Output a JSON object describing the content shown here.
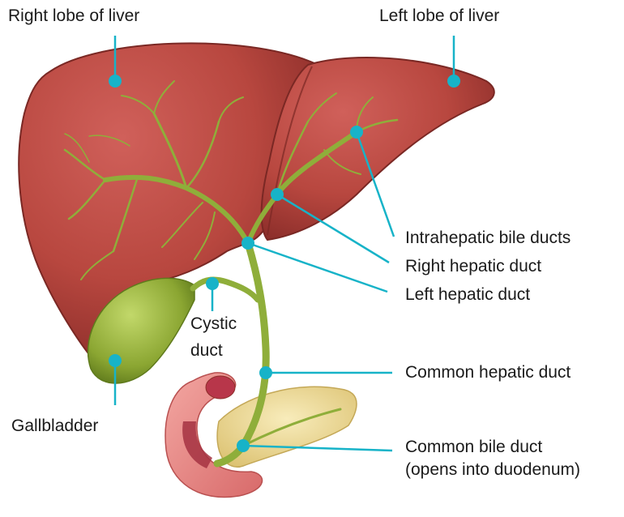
{
  "labels": {
    "right_lobe": "Right lobe of liver",
    "left_lobe": "Left lobe of liver",
    "intrahepatic": "Intrahepatic bile ducts",
    "right_hepatic": "Right hepatic duct",
    "left_hepatic": "Left hepatic duct",
    "cystic_line1": "Cystic",
    "cystic_line2": "duct",
    "common_hepatic": "Common hepatic duct",
    "gallbladder": "Gallbladder",
    "common_bile_line1": "Common bile duct",
    "common_bile_line2": "(opens into duodenum)"
  },
  "colors": {
    "liver": "#b8473f",
    "liver_dark": "#8e2f2b",
    "duct": "#8fae3a",
    "gallbladder": "#8ba632",
    "duodenum": "#e98a8a",
    "pancreas": "#f0dc98",
    "pointer": "#17b3c8"
  }
}
